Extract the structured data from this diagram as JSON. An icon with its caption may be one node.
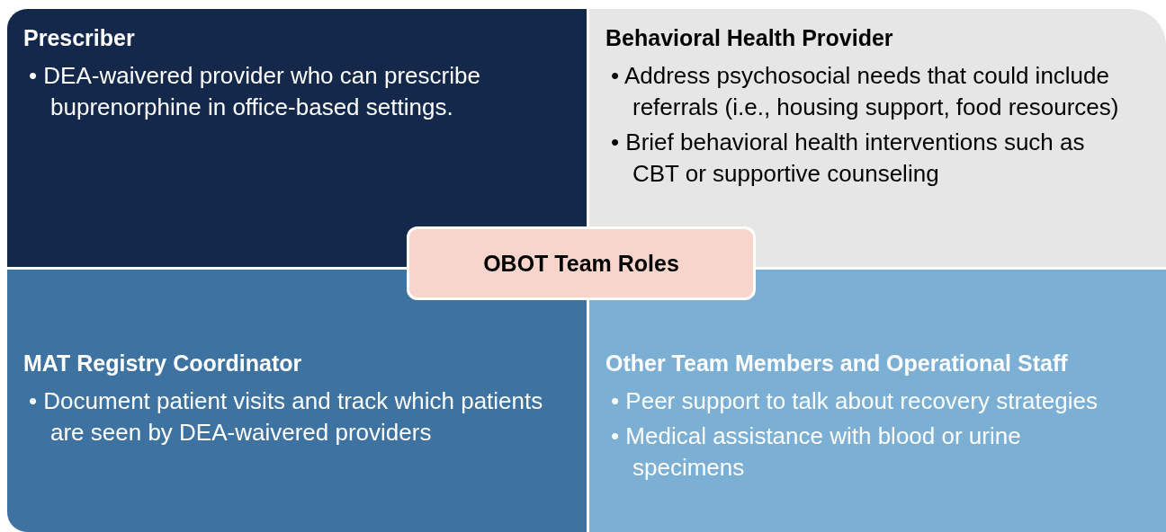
{
  "diagram": {
    "nodes": [
      {
        "text": [
          "Prescriber",
          "• DEA-waivered provider who can prescribe buprenorphine in office-based settings."
        ]
      },
      {
        "text": [
          "Behavioral Health Provider",
          "• Address psychosocial needs that could include referrals (i.e., housing support, food resources)",
          "• Brief behavioral health interventions such as CBT or supportive counseling"
        ]
      },
      {
        "text": [
          "MAT Registry Coordinator",
          "• Document patient visits and track which patients are seen by DEA-waivered providers"
        ]
      },
      {
        "text": [
          "Other Team Members and Operational Staff",
          "• Peer support to talk about recovery strategies",
          "• Medical assistance with blood or urine specimens"
        ]
      },
      {
        "text": [
          "OBOT Team Roles"
        ]
      }
    ],
    "edges": []
  }
}
